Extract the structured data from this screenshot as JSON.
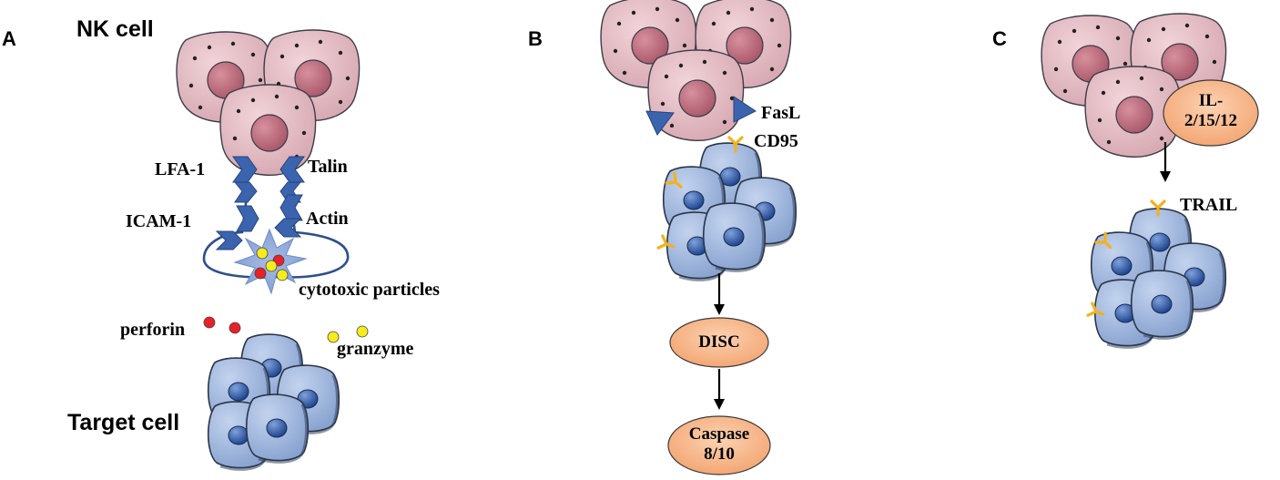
{
  "panels": {
    "a": {
      "letter": "A",
      "nk_cell_label": "NK cell",
      "target_cell_label": "Target cell",
      "lfa1": "LFA-1",
      "talin": "Talin",
      "icam1": "ICAM-1",
      "actin": "Actin",
      "cytotoxic_particles": "cytotoxic particles",
      "perforin": "perforin",
      "granzyme": "granzyme"
    },
    "b": {
      "letter": "B",
      "fasl": "FasL",
      "cd95": "CD95",
      "disc": "DISC",
      "caspase_line1": "Caspase",
      "caspase_line2": "8/10"
    },
    "c": {
      "letter": "C",
      "il_line1": "IL-",
      "il_line2": "2/15/12",
      "trail": "TRAIL"
    }
  },
  "colors": {
    "nk_cell_fill": "#e3bcc3",
    "nk_nucleus": "#b56a7a",
    "target_cell_fill": "#9fb6dc",
    "target_nucleus": "#3d64a8",
    "receptor_blue": "#3b64ae",
    "receptor_yellow": "#f2b21c",
    "perforin_red": "#e8202a",
    "granzyme_yellow": "#f5ec1c",
    "oval_orange": "#f7b98c"
  }
}
